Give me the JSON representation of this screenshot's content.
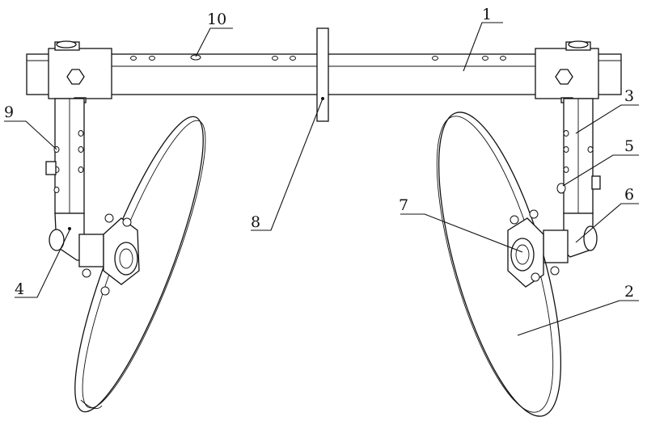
{
  "figure": {
    "labels": {
      "frame_beam": "1",
      "disc_blade": "2",
      "vertical_column": "3",
      "elbow_bracket": "4",
      "adjust_hole": "5",
      "bearing_seat": "6",
      "disc_hub": "7",
      "mount_plate": "8",
      "lock_pin": "9",
      "beam_hole": "10"
    }
  }
}
